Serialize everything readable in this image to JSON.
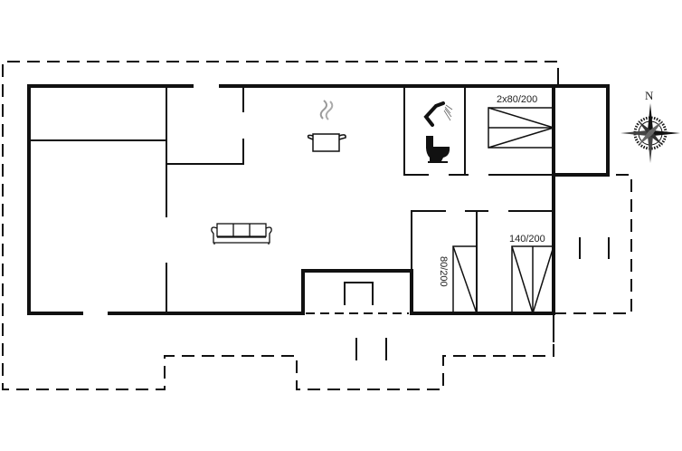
{
  "diagram": {
    "type": "floor-plan",
    "colors": {
      "wall": "#111111",
      "outline": "#111111",
      "background": "#ffffff",
      "steam": "#999999"
    },
    "labels": {
      "bed_upper": "2x80/200",
      "bed_single": "80/200",
      "bed_double": "140/200",
      "compass_north": "N"
    },
    "icons": [
      "shower-icon",
      "toilet-icon",
      "cooking-pot-icon",
      "sofa-icon",
      "compass-rose-icon",
      "stove-icon"
    ],
    "rooms": [
      {
        "name": "bedroom-upper",
        "bed": "2x80/200"
      },
      {
        "name": "bathroom",
        "fixtures": [
          "shower",
          "toilet"
        ]
      },
      {
        "name": "kitchen",
        "fixture": "cooking pot"
      },
      {
        "name": "living-room",
        "fixture": "sofa"
      },
      {
        "name": "bedroom-single",
        "bed": "80/200"
      },
      {
        "name": "bedroom-double",
        "bed": "140/200"
      }
    ]
  }
}
